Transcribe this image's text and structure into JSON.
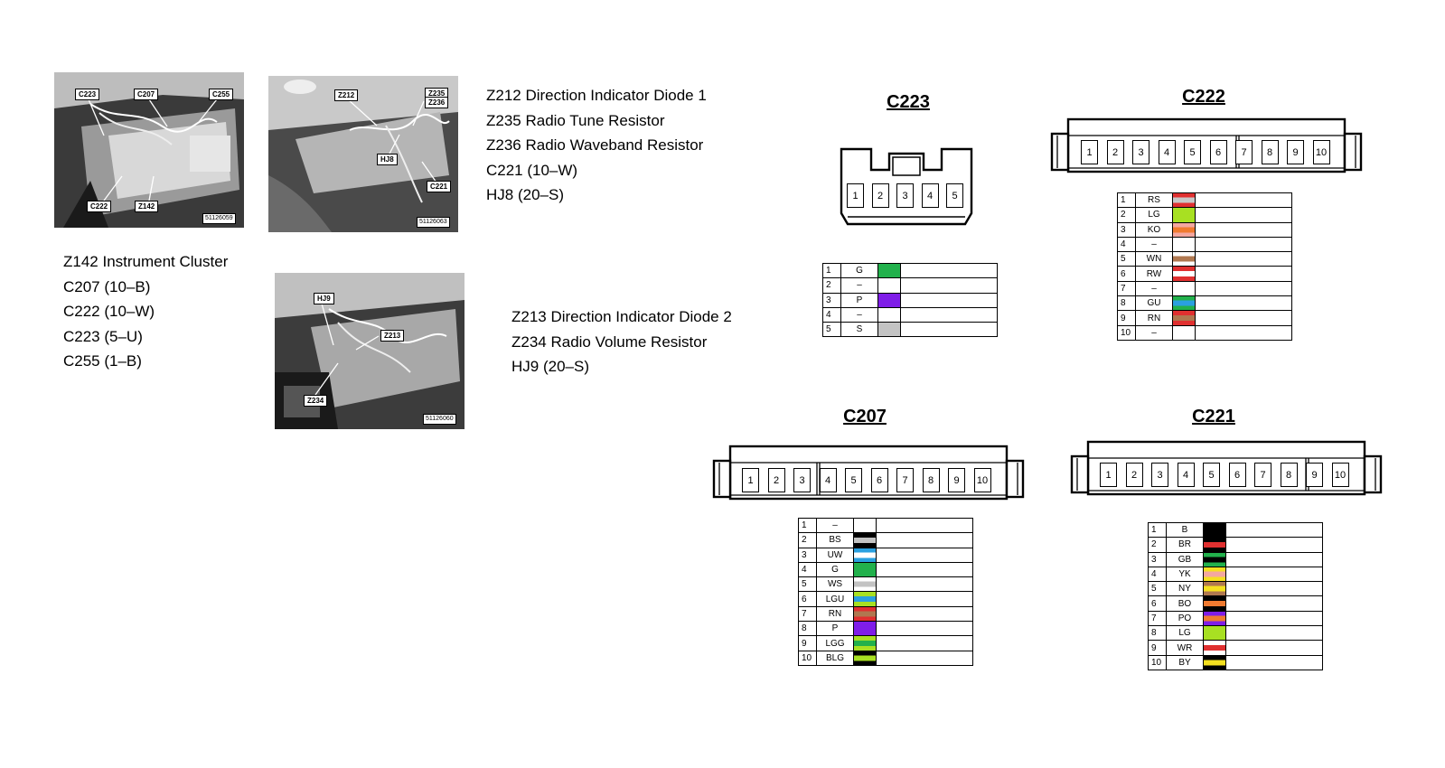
{
  "photos": [
    {
      "id": "p1",
      "number": "51126059",
      "labels": [
        "C223",
        "C207",
        "C255",
        "C222",
        "Z142"
      ]
    },
    {
      "id": "p2",
      "number": "51126063",
      "labels": [
        "Z212",
        "Z235",
        "Z236",
        "HJ8",
        "C221"
      ]
    },
    {
      "id": "p3",
      "number": "51126060",
      "labels": [
        "HJ9",
        "Z213",
        "Z234"
      ]
    }
  ],
  "legend1": [
    "Z212 Direction Indicator Diode 1",
    "Z235 Radio Tune Resistor",
    "Z236 Radio Waveband Resistor",
    "C221 (10–W)",
    "HJ8 (20–S)"
  ],
  "legend2": [
    "Z142 Instrument Cluster",
    "C207 (10–B)",
    "C222 (10–W)",
    "C223 (5–U)",
    "C255 (1–B)"
  ],
  "legend3": [
    "Z213 Direction Indicator Diode 2",
    "Z234 Radio Volume Resistor",
    "HJ9 (20–S)"
  ],
  "connectors": {
    "c223": {
      "title": "C223",
      "pins": [
        "1",
        "2",
        "3",
        "4",
        "5"
      ],
      "rows": [
        {
          "n": "1",
          "code": "G",
          "colors": [
            "#22b14c"
          ]
        },
        {
          "n": "2",
          "code": "–",
          "colors": []
        },
        {
          "n": "3",
          "code": "P",
          "colors": [
            "#7f1de8"
          ]
        },
        {
          "n": "4",
          "code": "–",
          "colors": []
        },
        {
          "n": "5",
          "code": "S",
          "colors": [
            "#c3c3c3"
          ]
        }
      ]
    },
    "c222": {
      "title": "C222",
      "pins": [
        "1",
        "2",
        "3",
        "4",
        "5",
        "6",
        "7",
        "8",
        "9",
        "10"
      ],
      "rows": [
        {
          "n": "1",
          "code": "RS",
          "colors": [
            "#e03030",
            "#c8c8c8"
          ]
        },
        {
          "n": "2",
          "code": "LG",
          "colors": [
            "#a8e022"
          ]
        },
        {
          "n": "3",
          "code": "KO",
          "colors": [
            "#f4a7a0",
            "#f07a30"
          ]
        },
        {
          "n": "4",
          "code": "–",
          "colors": []
        },
        {
          "n": "5",
          "code": "WN",
          "colors": [
            "#ffffff",
            "#b07850"
          ]
        },
        {
          "n": "6",
          "code": "RW",
          "colors": [
            "#e03030",
            "#ffffff"
          ]
        },
        {
          "n": "7",
          "code": "–",
          "colors": []
        },
        {
          "n": "8",
          "code": "GU",
          "colors": [
            "#22b14c",
            "#2aa0e0"
          ]
        },
        {
          "n": "9",
          "code": "RN",
          "colors": [
            "#e03030",
            "#b07850"
          ]
        },
        {
          "n": "10",
          "code": "–",
          "colors": []
        }
      ]
    },
    "c207": {
      "title": "C207",
      "pins": [
        "1",
        "2",
        "3",
        "4",
        "5",
        "6",
        "7",
        "8",
        "9",
        "10"
      ],
      "rows": [
        {
          "n": "1",
          "code": "–",
          "colors": []
        },
        {
          "n": "2",
          "code": "BS",
          "colors": [
            "#000000",
            "#c3c3c3"
          ]
        },
        {
          "n": "3",
          "code": "UW",
          "colors": [
            "#2aa0e0",
            "#ffffff"
          ]
        },
        {
          "n": "4",
          "code": "G",
          "colors": [
            "#22b14c"
          ]
        },
        {
          "n": "5",
          "code": "WS",
          "colors": [
            "#ffffff",
            "#c3c3c3"
          ]
        },
        {
          "n": "6",
          "code": "LGU",
          "colors": [
            "#a8e022",
            "#2aa0e0"
          ]
        },
        {
          "n": "7",
          "code": "RN",
          "colors": [
            "#e03030",
            "#b07850"
          ]
        },
        {
          "n": "8",
          "code": "P",
          "colors": [
            "#7f1de8"
          ]
        },
        {
          "n": "9",
          "code": "LGG",
          "colors": [
            "#a8e022",
            "#22b14c"
          ]
        },
        {
          "n": "10",
          "code": "BLG",
          "colors": [
            "#000000",
            "#a8e022"
          ]
        }
      ]
    },
    "c221": {
      "title": "C221",
      "pins": [
        "1",
        "2",
        "3",
        "4",
        "5",
        "6",
        "7",
        "8",
        "9",
        "10"
      ],
      "rows": [
        {
          "n": "1",
          "code": "B",
          "colors": [
            "#000000"
          ]
        },
        {
          "n": "2",
          "code": "BR",
          "colors": [
            "#000000",
            "#e03030"
          ]
        },
        {
          "n": "3",
          "code": "GB",
          "colors": [
            "#22b14c",
            "#000000"
          ]
        },
        {
          "n": "4",
          "code": "YK",
          "colors": [
            "#f5e020",
            "#f4a7a0"
          ]
        },
        {
          "n": "5",
          "code": "NY",
          "colors": [
            "#b07850",
            "#f5e020"
          ]
        },
        {
          "n": "6",
          "code": "BO",
          "colors": [
            "#000000",
            "#f07a30"
          ]
        },
        {
          "n": "7",
          "code": "PO",
          "colors": [
            "#7f1de8",
            "#f07a30"
          ]
        },
        {
          "n": "8",
          "code": "LG",
          "colors": [
            "#a8e022"
          ]
        },
        {
          "n": "9",
          "code": "WR",
          "colors": [
            "#ffffff",
            "#e03030"
          ]
        },
        {
          "n": "10",
          "code": "BY",
          "colors": [
            "#000000",
            "#f5e020"
          ]
        }
      ]
    }
  }
}
